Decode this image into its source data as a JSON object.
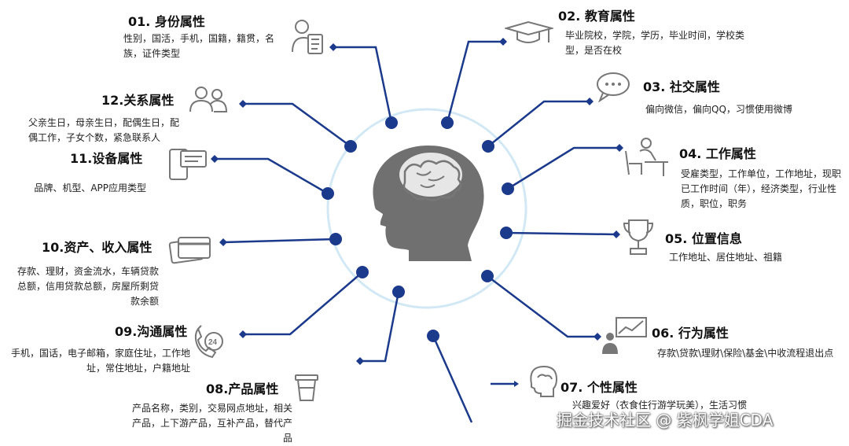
{
  "watermark": "掘金技术社区 @ 紫枫学姐CDA",
  "items": [
    {
      "title": "01. 身份属性",
      "desc": "性别，国活，手机，国籍，籍贯，名族，证件类型",
      "icon": "id-card-person-icon"
    },
    {
      "title": "02. 教育属性",
      "desc": "毕业院校，学院，学历，毕业时间，学校类型，是否在校",
      "icon": "graduation-cap-icon"
    },
    {
      "title": "03. 社交属性",
      "desc": "偏向微信，偏向QQ，习惯使用微博",
      "icon": "chat-bubble-icon"
    },
    {
      "title": "04. 工作属性",
      "desc": "受雇类型，工作单位，工作地址，现职已工作时间（年），经济类型，行业性质，职位，职务",
      "icon": "person-at-desk-icon"
    },
    {
      "title": "05. 位置信息",
      "desc": "工作地址、居住地址、祖籍",
      "icon": "trophy-icon"
    },
    {
      "title": "06. 行为属性",
      "desc": "存款\\贷款\\理财\\保险\\基金\\中收流程退出点",
      "icon": "presenter-chart-icon"
    },
    {
      "title": "07. 个性属性",
      "desc": "兴趣爱好（衣食住行游学玩美），生活习惯",
      "icon": "head-profile-icon"
    },
    {
      "title": "08.产品属性",
      "desc": "产品名称，类别，交易网点地址，相关产品，上下游产品，互补产品，替代产品",
      "icon": "coffee-cup-icon"
    },
    {
      "title": "09.沟通属性",
      "desc": "手机，国话，电子邮箱，家庭住址，工作地址，常住地址，户籍地址",
      "icon": "24h-phone-icon"
    },
    {
      "title": "10.资产、收入属性",
      "desc": "存款、理财，资金流水，车辆贷款总额，信用贷款总额，房屋所剩贷款余额",
      "icon": "credit-card-icon"
    },
    {
      "title": "11.设备属性",
      "desc": "品牌、机型、APP应用类型",
      "icon": "phone-message-icon"
    },
    {
      "title": "12.关系属性",
      "desc": "父亲生日，母亲生日，配偶生日，配偶工作，子女个数，紧急联系人",
      "icon": "two-people-icon"
    }
  ],
  "center": {
    "icon": "head-brain-icon"
  }
}
